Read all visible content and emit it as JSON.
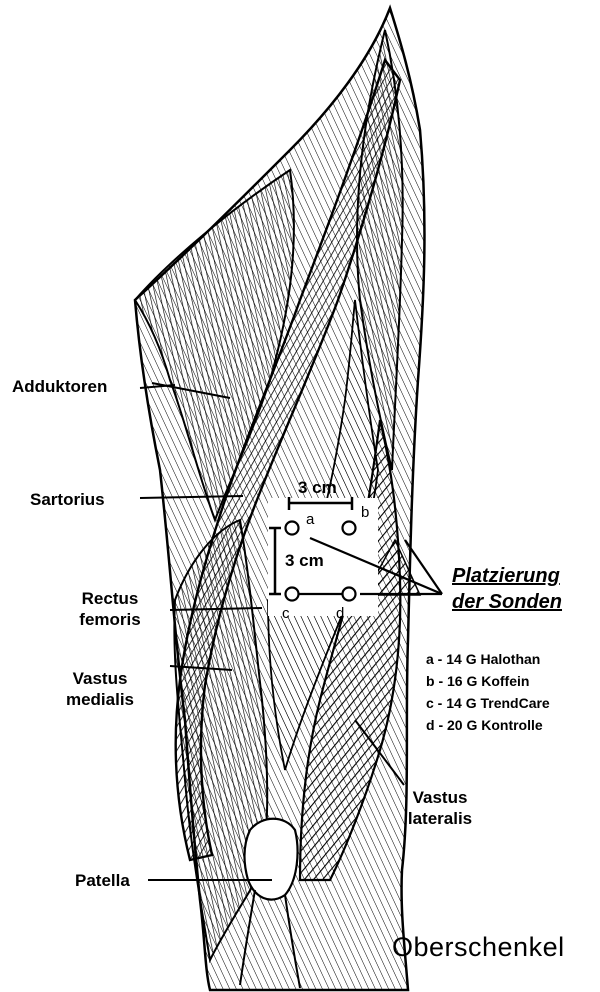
{
  "labels": {
    "adduktoren": "Adduktoren",
    "sartorius": "Sartorius",
    "rectus_1": "Rectus",
    "rectus_2": "femoris",
    "vastus_medialis_1": "Vastus",
    "vastus_medialis_2": "medialis",
    "vastus_lateralis_1": "Vastus",
    "vastus_lateralis_2": "lateralis",
    "patella": "Patella"
  },
  "probes": {
    "a": "a",
    "b": "b",
    "c": "c",
    "d": "d"
  },
  "dimensions": {
    "horizontal": "3 cm",
    "vertical": "3 cm"
  },
  "placement_heading": {
    "line1": "Platzierung",
    "line2": "der Sonden"
  },
  "legend": [
    "a - 14 G Halothan",
    "b - 16 G Koffein",
    "c - 14 G TrendCare",
    "d - 20 G Kontrolle"
  ],
  "title": "Oberschenkel"
}
